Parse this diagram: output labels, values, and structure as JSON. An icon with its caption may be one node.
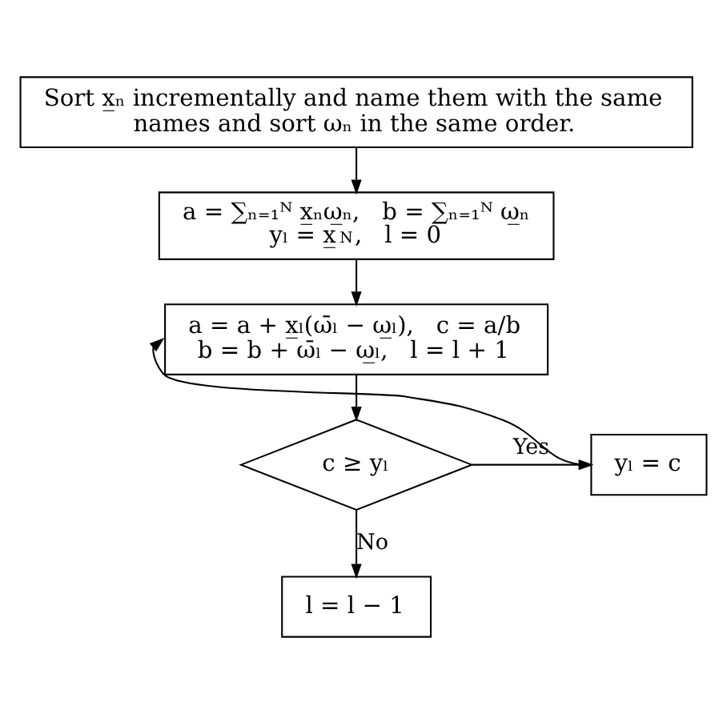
{
  "diagram": {
    "nodes": [
      {
        "text": [
          "Sort x̲ₙ incrementally and name them with the same names and sort ωₙ in the same order."
        ]
      },
      {
        "text": [
          "a = ∑ₙ₌₁ᴺ x̲ₙω̲ₙ,   b = ∑ₙ₌₁ᴺ ω̲ₙ",
          "yₗ = x̲$_{N}$,   l = 0"
        ]
      },
      {
        "text": [
          "a = a + x̲ₗ(ω̄ₗ − ω̲ₗ),   c = a/b",
          "b = b + ω̄ₗ − ω̲ₗ,   l = l + 1"
        ]
      },
      {
        "text": [
          "c ≥ yₗ"
        ]
      },
      {
        "text": [
          "yₗ = c"
        ]
      },
      {
        "text": [
          "l = l − 1"
        ]
      }
    ],
    "edges": [
      {
        "from": 0,
        "to": 1,
        "arrow": "to"
      },
      {
        "from": 1,
        "to": 2,
        "arrow": "to"
      },
      {
        "from": 2,
        "to": 3,
        "arrow": "to"
      },
      {
        "from": 3,
        "to": 4,
        "arrow": "to",
        "label": "Yes"
      },
      {
        "from": 4,
        "to": 2,
        "arrow": "to"
      },
      {
        "from": 3,
        "to": 5,
        "arrow": "to",
        "label": "No"
      }
    ]
  }
}
